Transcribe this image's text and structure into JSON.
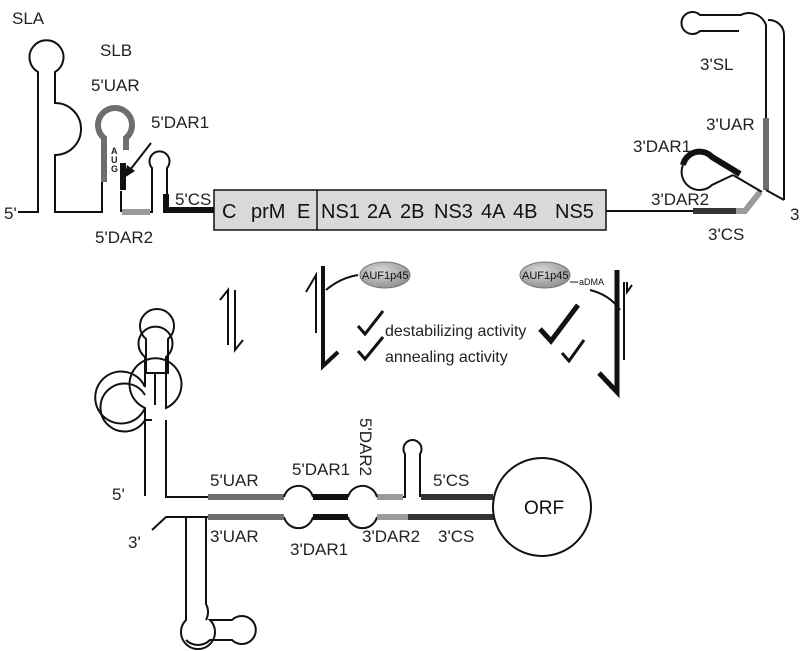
{
  "top": {
    "sla": "SLA",
    "slb": "SLB",
    "uar5": "5'UAR",
    "dar1_5": "5'DAR1",
    "dar2_5": "5'DAR2",
    "cs5": "5'CS",
    "five_end": "5'",
    "aug": [
      "A",
      "U",
      "G"
    ],
    "sl3": "3'SL",
    "uar3": "3'UAR",
    "dar1_3": "3'DAR1",
    "dar2_3": "3'DAR2",
    "cs3": "3'CS",
    "three_end": "3'"
  },
  "genome": {
    "segments": [
      "C",
      "prM",
      "E",
      "NS1",
      "2A",
      "2B",
      "NS3",
      "4A",
      "4B",
      "NS5"
    ]
  },
  "middle": {
    "protein_left": "AUF1p45",
    "protein_right": "AUF1p45",
    "adma": "aDMA",
    "destabilizing": "destabilizing activity",
    "annealing": "annealing activity"
  },
  "bottom": {
    "five_end": "5'",
    "three_end": "3'",
    "uar5": "5'UAR",
    "dar1_5": "5'DAR1",
    "dar2_5": "5'DAR2",
    "cs5": "5'CS",
    "uar3": "3'UAR",
    "dar1_3": "3'DAR1",
    "dar2_3": "3'DAR2",
    "cs3": "3'CS",
    "orf": "ORF"
  },
  "colors": {
    "black_strand": "#111111",
    "uar_gray": "#6e6e6e",
    "dar2_gray": "#9a9a9a",
    "box_fill": "#d9d9d9",
    "oval_fill": "#a8a8a8"
  }
}
